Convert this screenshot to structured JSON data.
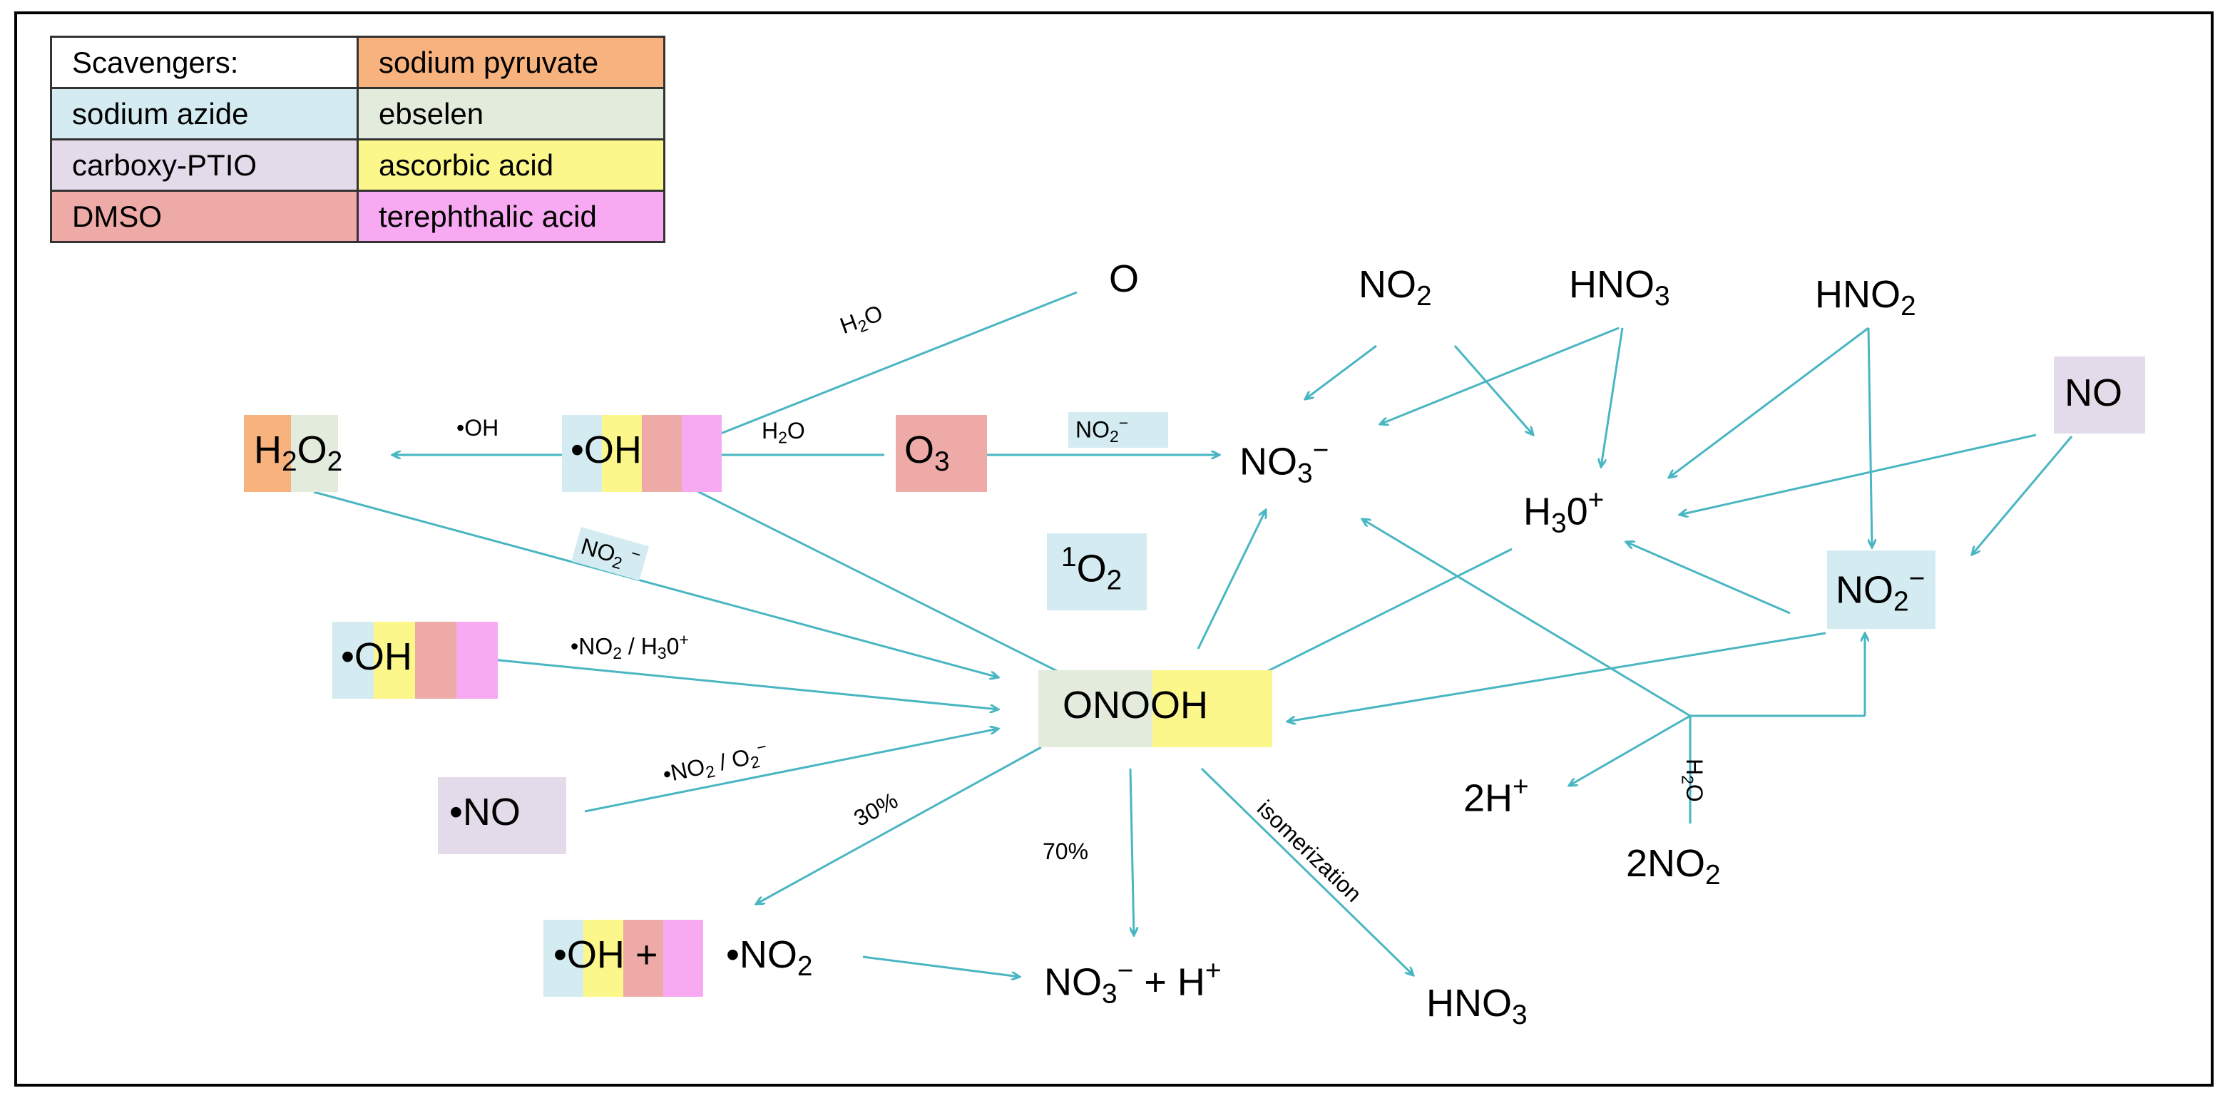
{
  "colors": {
    "arrow": "#49b6c2",
    "sodium_pyruvate": "#f7b27e",
    "sodium_azide": "#d4ecf1",
    "carboxy_ptio": "#e3dbe9",
    "dmso": "#eeaaa6",
    "ebselen": "#e3ebdc",
    "ascorbic_acid": "#fbf78a",
    "terephthalic_acid": "#f7aaf2"
  },
  "legend": {
    "header": "Scavengers:",
    "sodium_pyruvate": "sodium pyruvate",
    "sodium_azide": "sodium azide",
    "ebselen": "ebselen",
    "carboxy_ptio": "carboxy-PTIO",
    "ascorbic_acid": "ascorbic acid",
    "dmso": "DMSO",
    "terephthalic_acid": "terephthalic acid"
  },
  "species": {
    "o_atom": "O",
    "no2_top": "NO",
    "hno3_top": "HNO",
    "hno2": "HNO",
    "no_right": "NO",
    "h2o2_h": "H",
    "h2o2_o": "O",
    "oh_center": "•OH",
    "o3": "O",
    "no3_minus": "NO",
    "h3o_plus": "H",
    "h3o_mid": "0",
    "singlet_o2_pre": "1",
    "singlet_o2": "O",
    "no2_minus_right": "NO",
    "oh_left": "•OH",
    "onooh": "ONOOH",
    "no_left": "•NO",
    "two_h_plus": "2H",
    "two_no2": "2NO",
    "oh_bottom": "•OH +",
    "no2_bottom": "•NO",
    "no3_h_plus": "NO",
    "no3_h_plus_mid": " + H",
    "hno3_bottom": "HNO"
  },
  "arrow_labels": {
    "h2o_o_to_oh": "H",
    "oh_to_h2o2": "•OH",
    "h2o_o3_to_oh": "H",
    "no2minus_o3": "NO",
    "no2minus_h2o2": "NO",
    "no2_h3o": "•NO",
    "no2_o2minus": "•NO",
    "pct_30": "30%",
    "pct_70": "70%",
    "isomerization": "isomerization",
    "h2o_vertical": "H"
  },
  "glyphs": {
    "sub2": "2",
    "sub3": "3",
    "sup_plus": "+",
    "sup_minus": "−",
    "water_o": "O",
    "slash_h3o": " / H",
    "slash_o2": " / O",
    "zero": "0",
    "h2o_vert_o": "O"
  }
}
